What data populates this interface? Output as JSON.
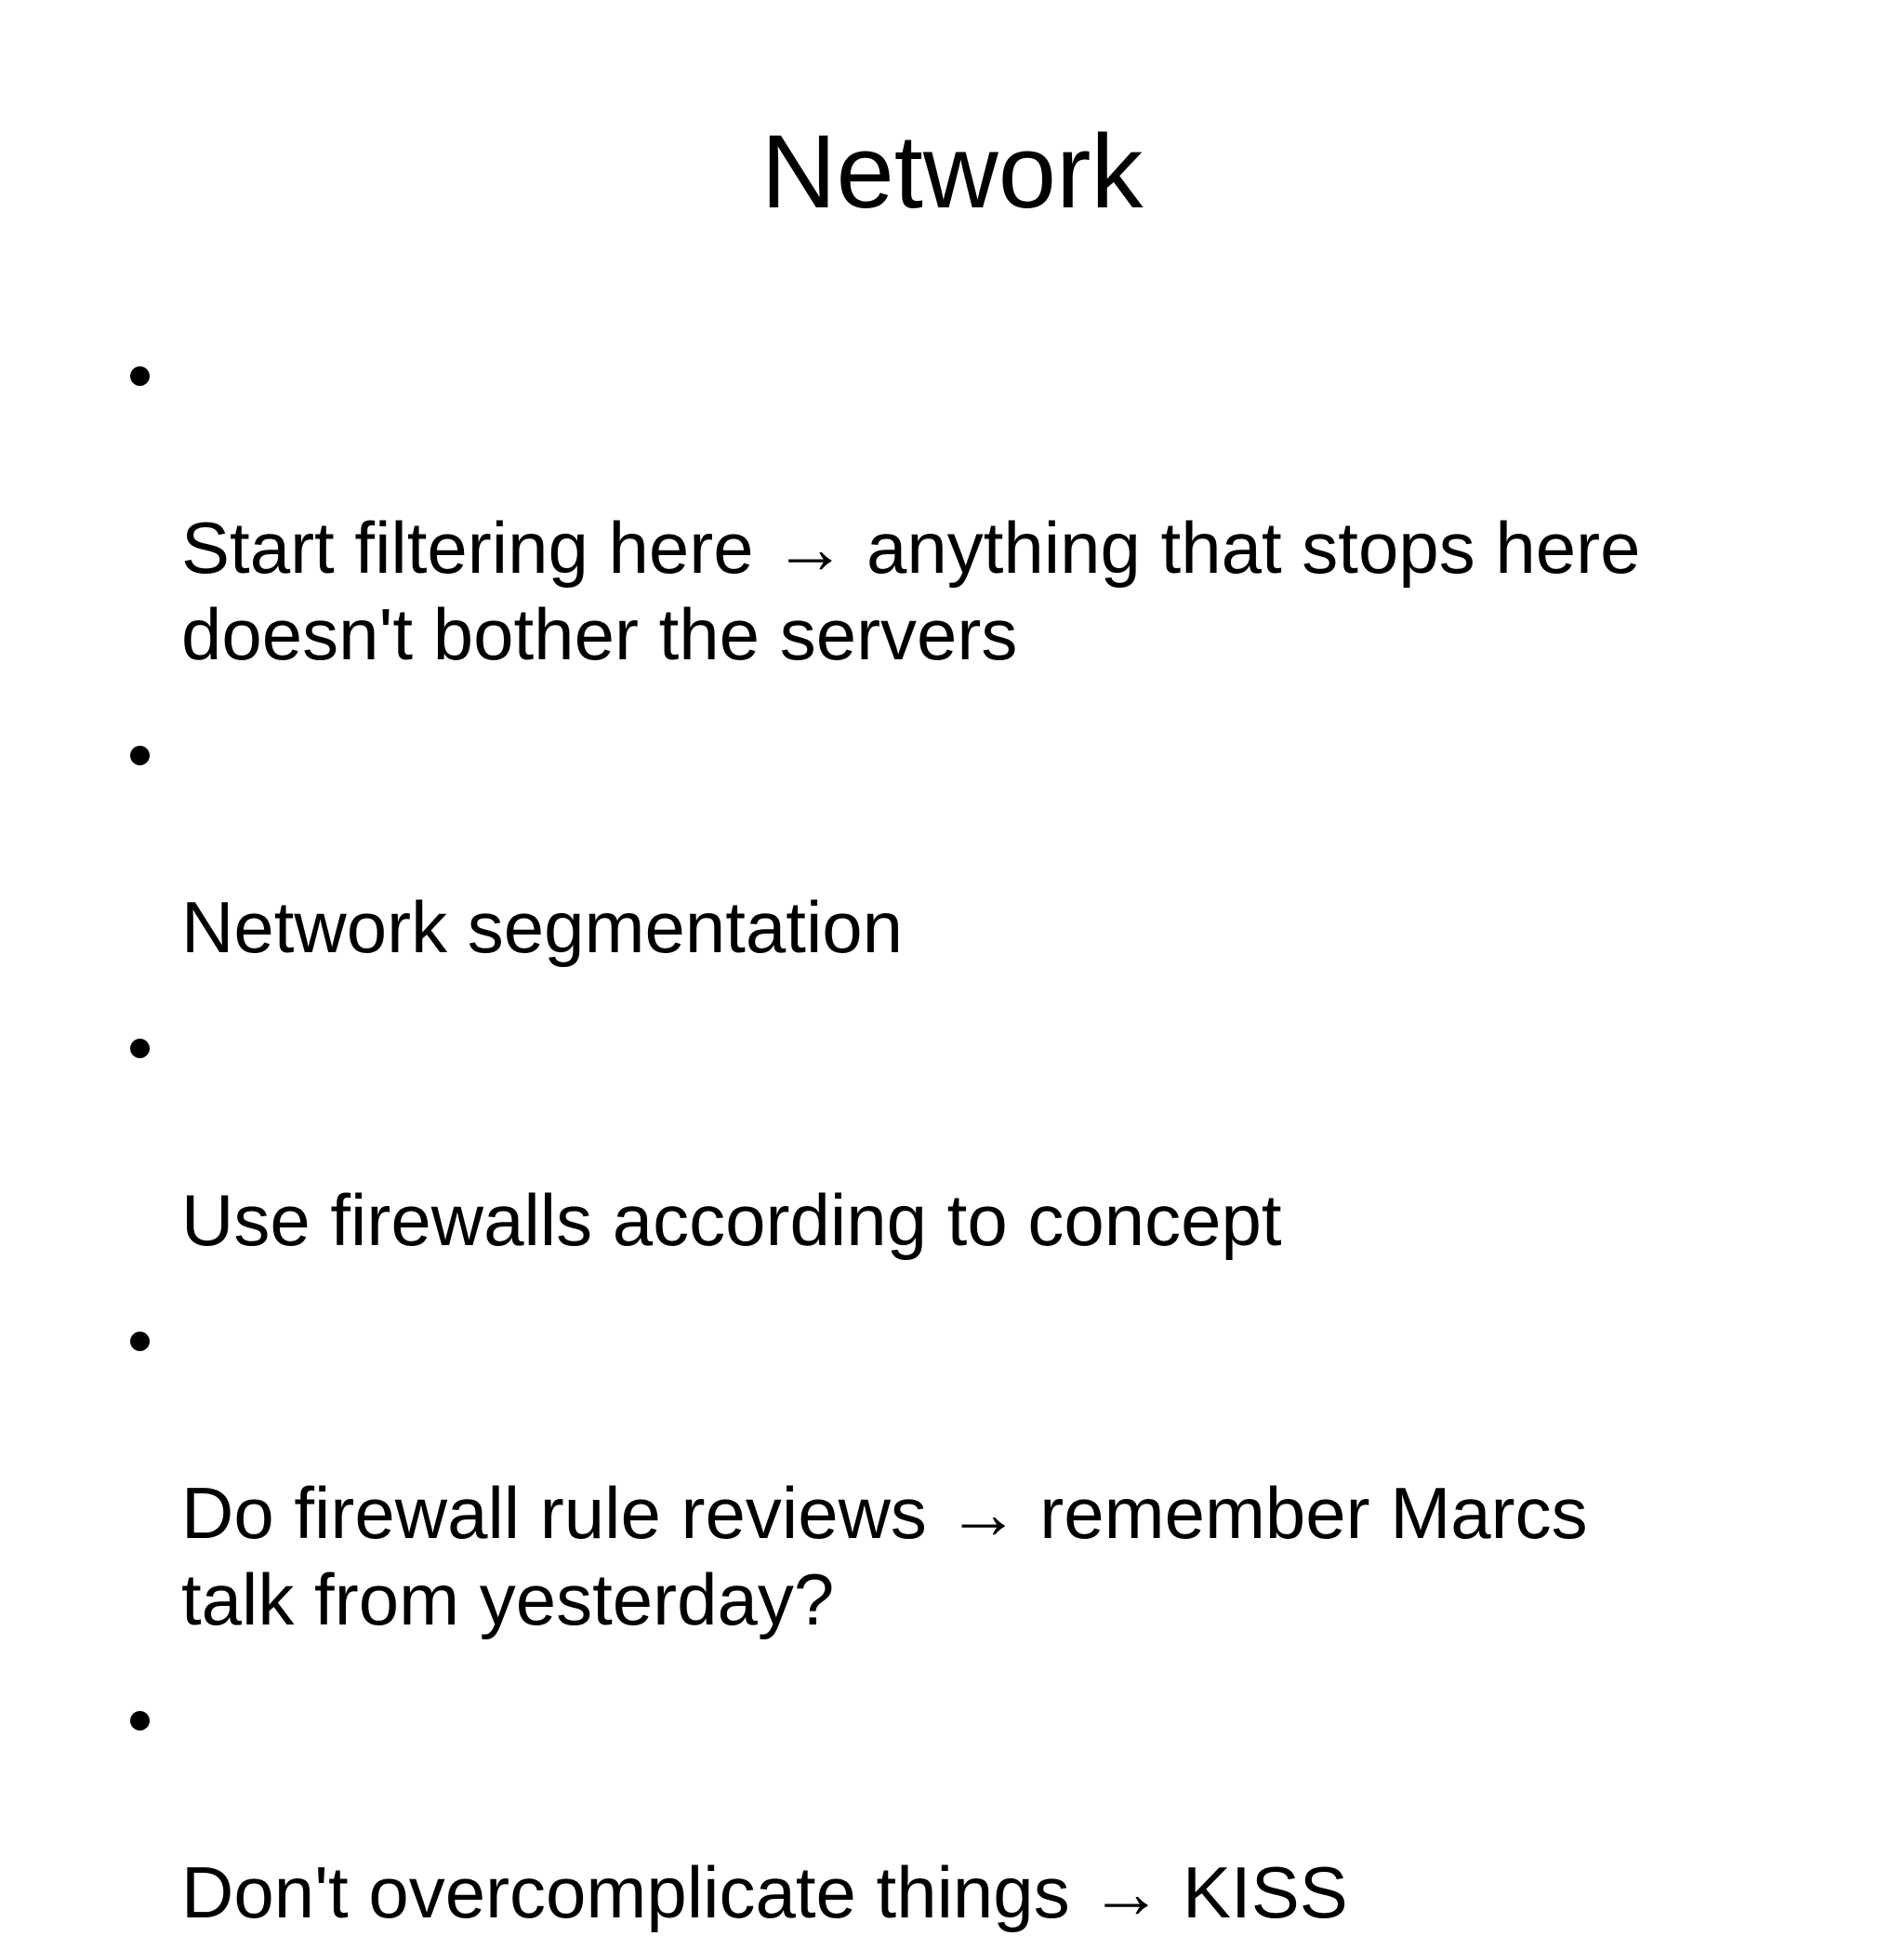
{
  "slide": {
    "title": "Network",
    "bullets": [
      "Start filtering here → anything that stops here\ndoesn't bother the servers",
      "Network segmentation",
      "Use firewalls according to concept",
      "Do firewall rule reviews → remember Marcs\ntalk from yesterday?",
      "Don't overcomplicate things → KISS"
    ],
    "bullet_icon": "•",
    "colors": {
      "background": "#ffffff",
      "text": "#000000"
    }
  }
}
